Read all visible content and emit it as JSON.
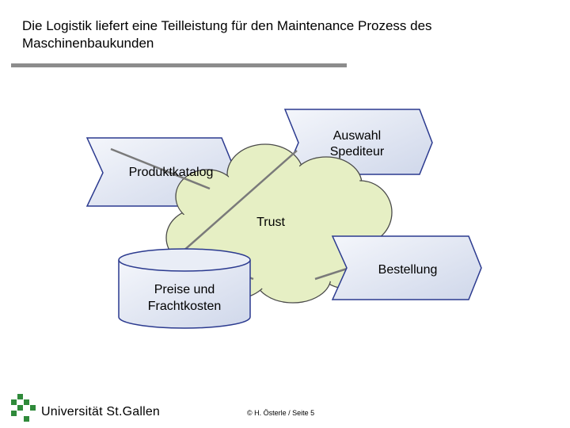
{
  "slide": {
    "title": "Die Logistik liefert eine Teilleistung für den Maintenance Prozess des Maschinenbaukunden"
  },
  "diagram": {
    "center_label": "Trust",
    "shapes": {
      "auswahl": {
        "line1": "Auswahl",
        "line2": "Spediteur"
      },
      "produktkatalog": "Produktkatalog",
      "bestellung": "Bestellung",
      "preise": {
        "line1": "Preise und",
        "line2": "Frachtkosten"
      }
    },
    "colors": {
      "shape_fill": "#dde3f0",
      "shape_stroke": "#2b3a8f",
      "cloud_fill": "#e6efc4",
      "cloud_stroke": "#4a4a4a",
      "connector": "#7a7a7a"
    }
  },
  "footer": {
    "copyright": "© H. Österle / Seite 5",
    "logo_text": "Universität St.Gallen",
    "logo_icon": "hsg-logo-icon"
  }
}
